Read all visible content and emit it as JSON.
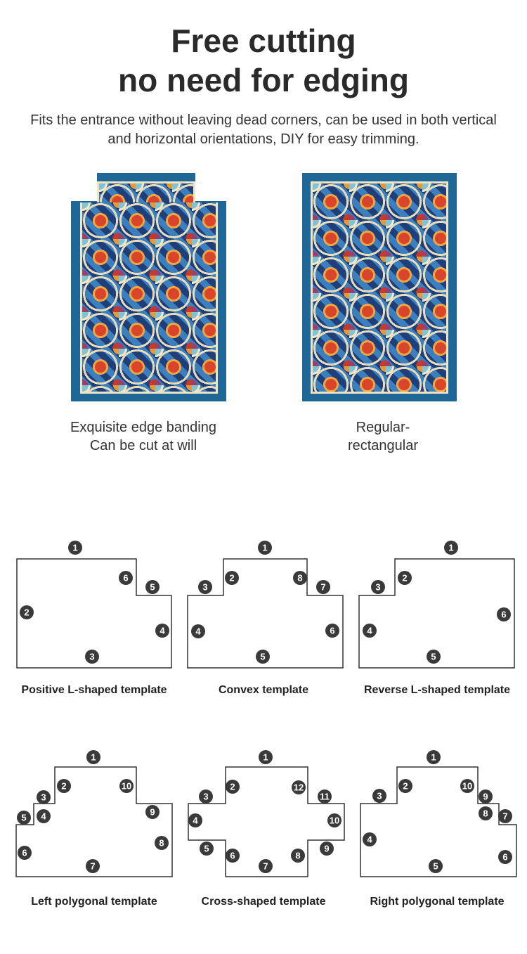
{
  "header": {
    "title_line1": "Free cutting",
    "title_line2": "no need for edging",
    "subtitle": "Fits the entrance without leaving dead corners, can be used in both vertical and horizontal orientations, DIY for easy trimming."
  },
  "rugs": [
    {
      "caption_line1": "Exquisite edge banding",
      "caption_line2": "Can be cut at will"
    },
    {
      "caption_line1": "Regular-",
      "caption_line2": "rectangular"
    }
  ],
  "colors": {
    "rug_border": "#1f6796",
    "badge": "#3a3a3a"
  },
  "templates": [
    {
      "label": "Positive L-shaped template",
      "badges": [
        "1",
        "6",
        "5",
        "2",
        "4",
        "3"
      ]
    },
    {
      "label": "Convex template",
      "badges": [
        "1",
        "2",
        "3",
        "8",
        "7",
        "4",
        "6",
        "5"
      ]
    },
    {
      "label": "Reverse L-shaped template",
      "badges": [
        "1",
        "2",
        "3",
        "4",
        "6",
        "5"
      ]
    },
    {
      "label": "Left polygonal template",
      "badges": [
        "1",
        "2",
        "3",
        "4",
        "5",
        "10",
        "9",
        "8",
        "6",
        "7"
      ]
    },
    {
      "label": "Cross-shaped template",
      "badges": [
        "1",
        "2",
        "3",
        "12",
        "11",
        "4",
        "10",
        "5",
        "6",
        "8",
        "9",
        "7"
      ]
    },
    {
      "label": "Right polygonal template",
      "badges": [
        "1",
        "3",
        "2",
        "10",
        "9",
        "8",
        "7",
        "4",
        "6",
        "5"
      ]
    }
  ]
}
